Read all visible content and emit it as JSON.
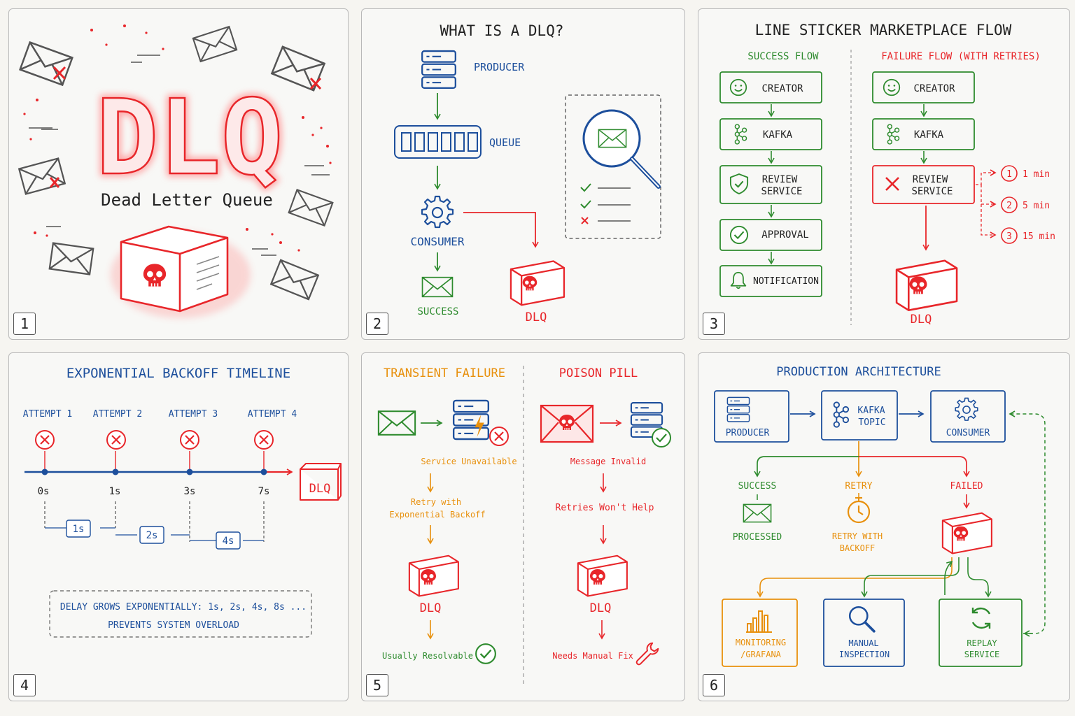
{
  "panels": [
    {
      "number": "1",
      "logo_text": "DLQ",
      "subtitle": "Dead Letter Queue"
    },
    {
      "number": "2",
      "title": "WHAT IS A DLQ?",
      "producer": "PRODUCER",
      "queue": "QUEUE",
      "consumer": "CONSUMER",
      "success": "SUCCESS",
      "dlq": "DLQ"
    },
    {
      "number": "3",
      "title": "LINE STICKER MARKETPLACE FLOW",
      "success_flow": {
        "heading": "SUCCESS FLOW",
        "steps": [
          "CREATOR",
          "KAFKA",
          "REVIEW",
          "SERVICE",
          "APPROVAL",
          "NOTIFICATION"
        ]
      },
      "failure_flow": {
        "heading": "FAILURE FLOW (WITH RETRIES)",
        "steps": [
          "CREATOR",
          "KAFKA",
          "REVIEW",
          "SERVICE"
        ],
        "retries": [
          {
            "n": "1",
            "delay": "1 min"
          },
          {
            "n": "2",
            "delay": "5 min"
          },
          {
            "n": "3",
            "delay": "15 min"
          }
        ],
        "dlq": "DLQ"
      }
    },
    {
      "number": "4",
      "title": "EXPONENTIAL BACKOFF TIMELINE",
      "attempts": [
        "ATTEMPT 1",
        "ATTEMPT 2",
        "ATTEMPT 3",
        "ATTEMPT 4"
      ],
      "times": [
        "0s",
        "1s",
        "3s",
        "7s"
      ],
      "gaps": [
        "1s",
        "2s",
        "4s"
      ],
      "dlq": "DLQ",
      "note_line1": "DELAY GROWS EXPONENTIALLY: 1s, 2s, 4s, 8s ...",
      "note_line2": "PREVENTS SYSTEM OVERLOAD"
    },
    {
      "number": "5",
      "transient": {
        "title": "TRANSIENT FAILURE",
        "cause": "Service Unavailable",
        "action1": "Retry with",
        "action2": "Exponential Backoff",
        "dlq": "DLQ",
        "outcome": "Usually Resolvable"
      },
      "poison": {
        "title": "POISON PILL",
        "cause": "Message Invalid",
        "action": "Retries Won't Help",
        "dlq": "DLQ",
        "outcome": "Needs Manual Fix"
      }
    },
    {
      "number": "6",
      "title": "PRODUCTION ARCHITECTURE",
      "producer": "PRODUCER",
      "kafka1": "KAFKA",
      "kafka2": "TOPIC",
      "consumer": "CONSUMER",
      "success": "SUCCESS",
      "processed": "PROCESSED",
      "retry": "RETRY",
      "retry_note1": "RETRY WITH",
      "retry_note2": "BACKOFF",
      "failed": "FAILED",
      "monitoring1": "MONITORING",
      "monitoring2": "/GRAFANA",
      "manual1": "MANUAL",
      "manual2": "INSPECTION",
      "replay1": "REPLAY",
      "replay2": "SERVICE"
    }
  ],
  "colors": {
    "red": "#e8262a",
    "blue": "#1d4f9c",
    "green": "#2e8b2e",
    "orange": "#e8900c"
  }
}
